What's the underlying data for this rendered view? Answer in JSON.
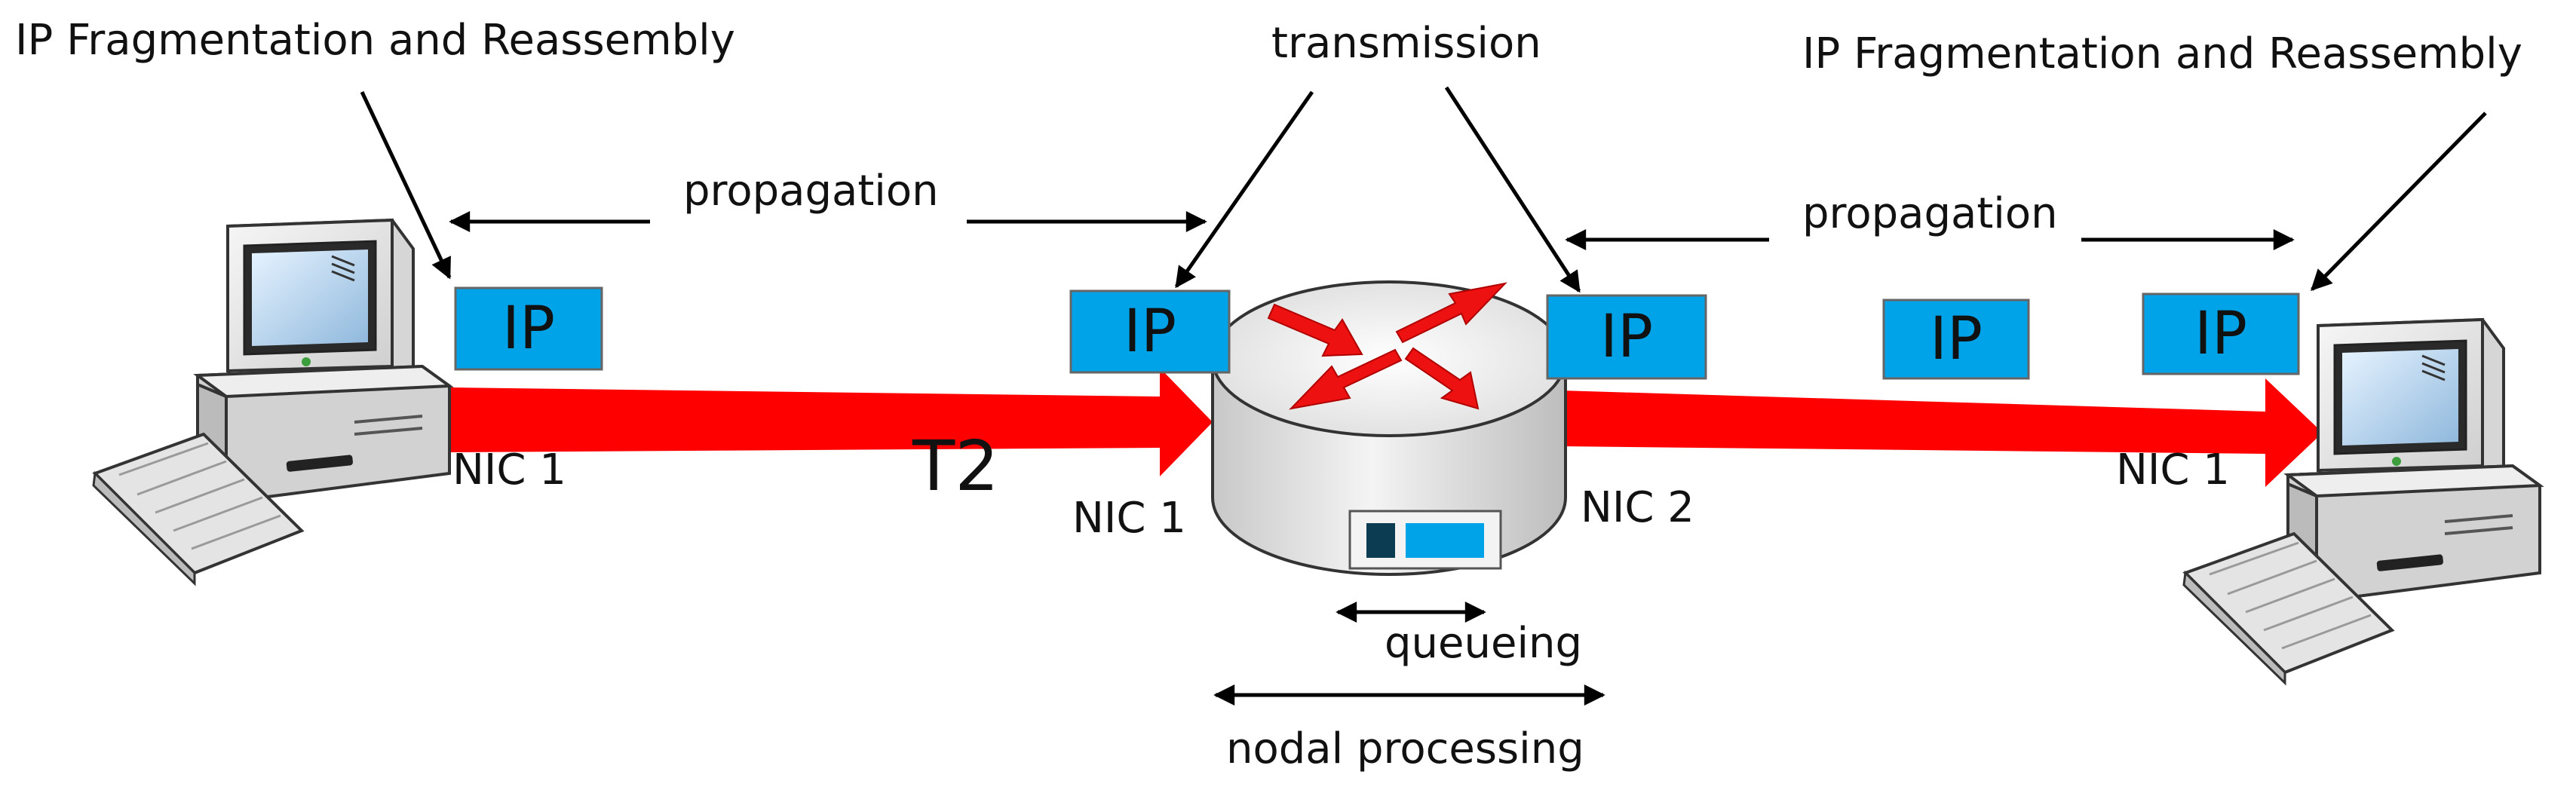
{
  "labels": {
    "frag_left": "IP Fragmentation and Reassembly",
    "frag_right": "IP Fragmentation and Reassembly",
    "transmission": "transmission",
    "propagation_left": "propagation",
    "propagation_right": "propagation",
    "t2": "T2",
    "nic_left_host": "NIC 1",
    "nic_router_in": "NIC 1",
    "nic_router_out": "NIC 2",
    "nic_right_host": "NIC 1",
    "queueing": "queueing",
    "nodal_processing": "nodal processing"
  },
  "packets": {
    "left_host": "IP",
    "router_in": "IP",
    "router_out": "IP",
    "in_transit": "IP",
    "right_host": "IP"
  },
  "colors": {
    "link": "#ff0000",
    "packet_fill": "#00a2e8",
    "router_arrows": "#ee1111",
    "queue_dark": "#0b3c52",
    "queue_light": "#00a2e8"
  },
  "icons": {
    "left_host": "desktop-computer-icon",
    "router": "router-icon",
    "right_host": "desktop-computer-icon"
  }
}
